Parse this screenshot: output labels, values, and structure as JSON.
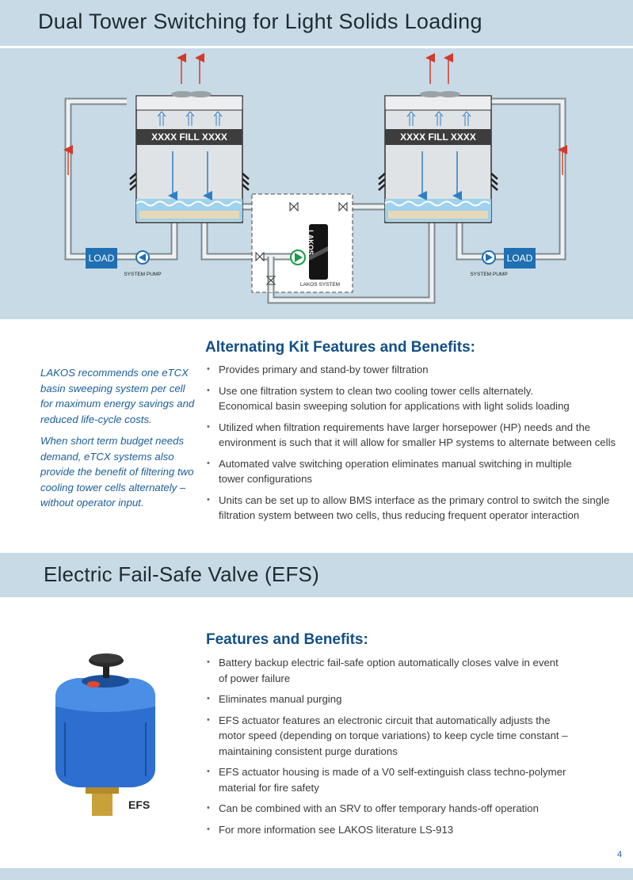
{
  "section1": {
    "title": "Dual Tower Switching for Light Solids Loading",
    "diagram": {
      "fill_label": "XXXX FILL XXXX",
      "load_label": "LOAD",
      "pump_label": "SYSTEM PUMP",
      "lakos_label": "LAKOS SYSTEM",
      "lakos_brand": "LAKOS"
    },
    "note_paragraphs": [
      "LAKOS recommends one eTCX basin sweeping system per cell for maximum energy savings and reduced life-cycle costs.",
      "When short term budget needs demand, eTCX systems also provide the benefit of filtering two cooling tower cells alternately – without operator input."
    ],
    "heading": "Alternating Kit Features and Benefits:",
    "bullets": [
      [
        "Provides primary and stand-by tower filtration"
      ],
      [
        "Use one filtration system to clean two cooling tower cells alternately.",
        "Economical basin sweeping solution for applications with light solids loading"
      ],
      [
        "Utilized when filtration requirements have larger horsepower (HP) needs and the",
        "environment is such that it will allow for smaller HP systems to alternate between cells"
      ],
      [
        "Automated valve switching operation eliminates manual switching in multiple",
        "tower configurations"
      ],
      [
        "Units can be set up to allow BMS interface as the primary control to switch the single",
        "filtration system between two cells, thus reducing frequent operator interaction"
      ]
    ]
  },
  "section2": {
    "title": "Electric Fail-Safe Valve (EFS)",
    "heading": "Features and Benefits:",
    "product_label": "EFS",
    "bullets": [
      [
        "Battery backup electric fail-safe option automatically closes valve in event",
        "of power failure"
      ],
      [
        "Eliminates manual purging"
      ],
      [
        "EFS actuator features an electronic circuit that automatically adjusts the",
        "motor speed (depending on torque variations) to keep cycle time constant –",
        "maintaining consistent purge durations"
      ],
      [
        "EFS actuator housing is made of a V0 self-extinguish class techno-polymer",
        "material for fire safety"
      ],
      [
        "Can be combined with an SRV to offer temporary hands-off operation"
      ],
      [
        "For more information see LAKOS literature LS-913"
      ]
    ]
  },
  "page_number": "4",
  "colors": {
    "band": "#c8dae6",
    "heading": "#124f86",
    "note": "#1a5e9a",
    "load_box": "#1f6fb2"
  }
}
